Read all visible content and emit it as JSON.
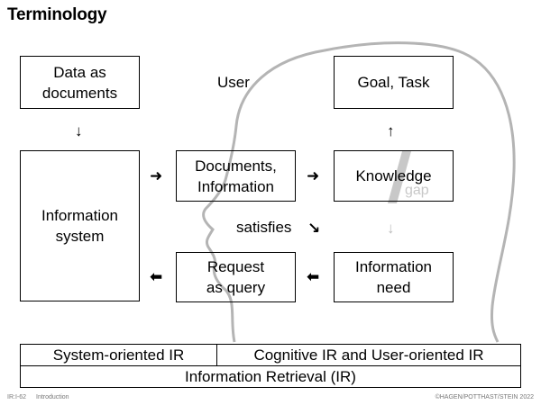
{
  "title": "Terminology",
  "nodes": {
    "data_as_documents": "Data as\ndocuments",
    "information_system": "Information\nsystem",
    "documents_information": "Documents,\nInformation",
    "knowledge": "Knowledge",
    "goal_task": "Goal, Task",
    "information_need": "Information\nneed",
    "request_as_query": "Request\nas query"
  },
  "labels": {
    "user": "User",
    "satisfies": "satisfies",
    "gap": "gap"
  },
  "categories": {
    "system_oriented": "System-oriented IR",
    "cognitive": "Cognitive IR and User-oriented IR",
    "overall": "Information Retrieval (IR)"
  },
  "footer": {
    "slide": "IR:I-62",
    "section": "Introduction",
    "copyright": "©HAGEN/POTTHAST/STEIN 2022"
  },
  "colors": {
    "head_outline": "#b4b4b4",
    "gap_accent": "#c8c8c8"
  }
}
